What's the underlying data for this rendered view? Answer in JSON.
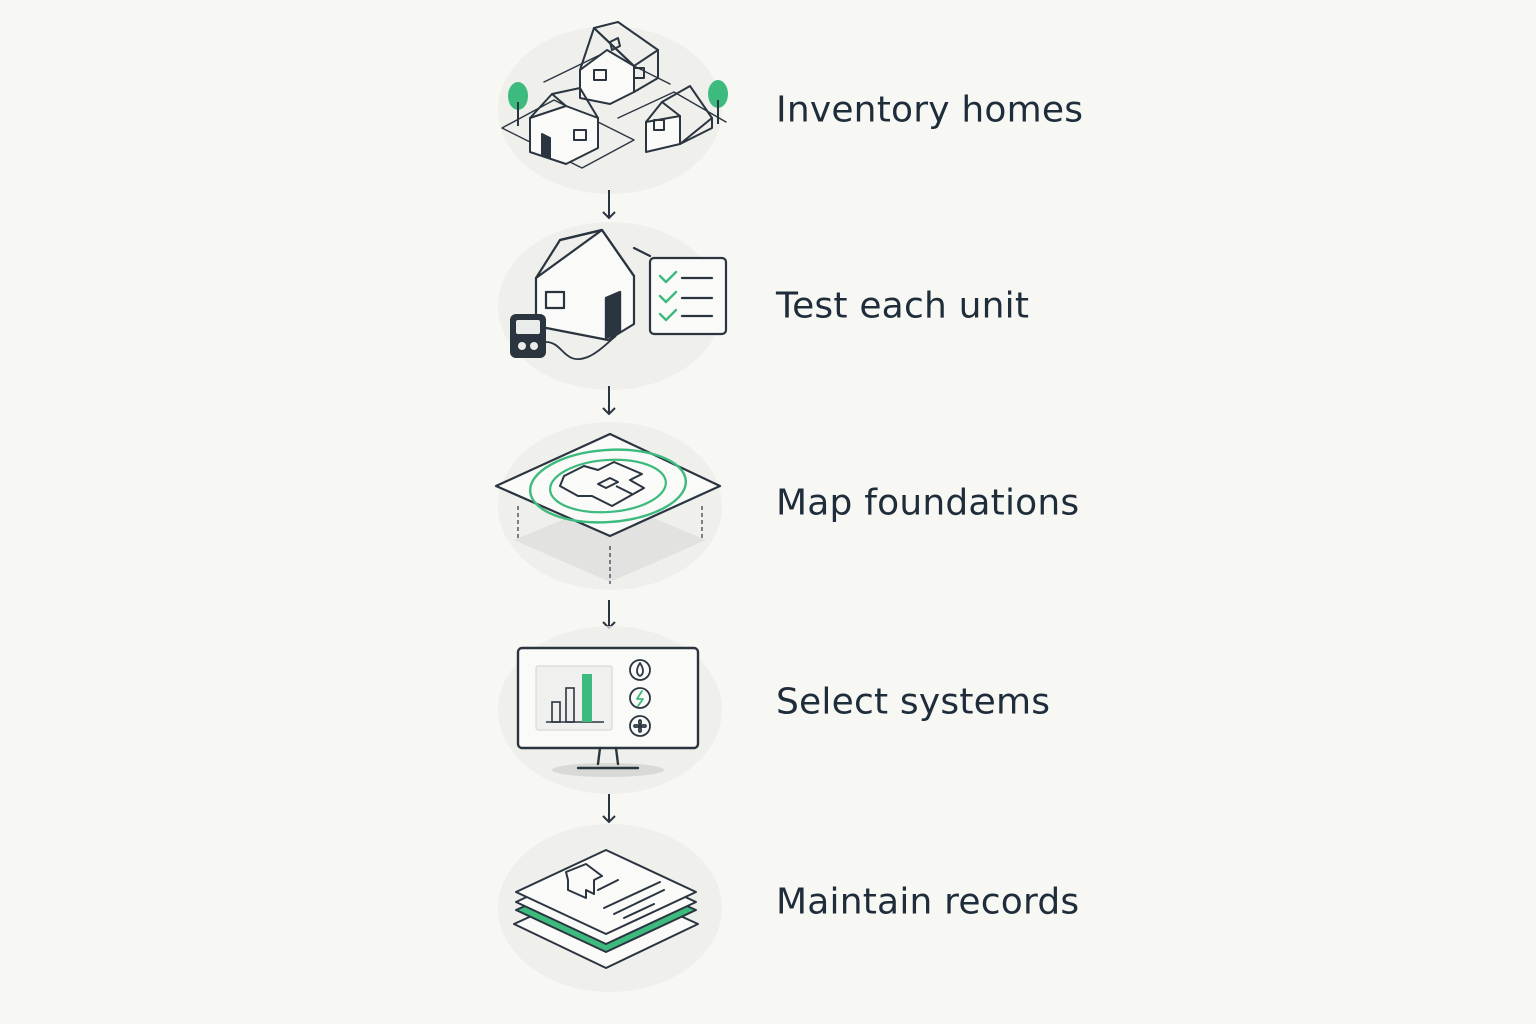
{
  "colors": {
    "background": "#f7f7f4",
    "ink": "#2b3540",
    "text": "#1f2d3a",
    "accent": "#3dba7e",
    "disc": "#ececea"
  },
  "steps": [
    {
      "label": "Inventory homes",
      "icon": "neighborhood-houses-icon"
    },
    {
      "label": "Test each unit",
      "icon": "house-tester-checklist-icon"
    },
    {
      "label": "Map foundations",
      "icon": "foundation-map-icon"
    },
    {
      "label": "Select systems",
      "icon": "monitor-systems-icon"
    },
    {
      "label": "Maintain records",
      "icon": "stacked-records-icon"
    }
  ]
}
